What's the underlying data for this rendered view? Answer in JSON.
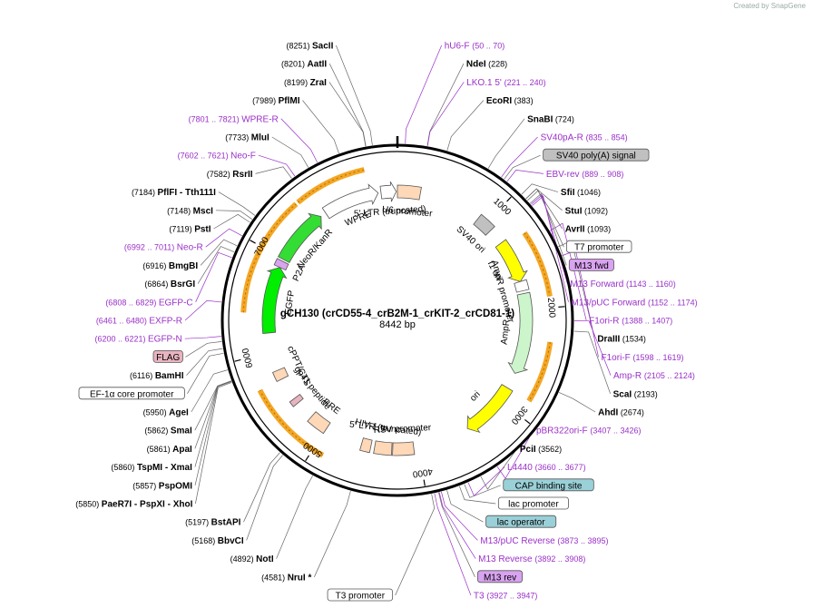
{
  "credit": "Created by SnapGene",
  "plasmid": {
    "name": "gCH130 (crCD55-4_crB2M-1_crKIT-2_crCD81-1)",
    "length_label": "8442 bp",
    "length": 8442
  },
  "tick_labels": [
    "1000",
    "2000",
    "3000",
    "4000",
    "5000",
    "6000",
    "7000"
  ],
  "colors": {
    "site": "#000000",
    "primer": "#9a30c8",
    "coords": "#000000",
    "backbone": "#000000",
    "orange_feature": "#f5a623",
    "amp_green": "#ccf5cc",
    "ori_yellow": "#ffff00",
    "promoter_peach": "#ffd8b8",
    "purple_box": "#d9a3f0",
    "teal_box": "#9ad0d8",
    "gray_box": "#c0c0c0",
    "pink_box": "#e8b4c0",
    "neo_green": "#33dd33",
    "bright_green": "#00ee00"
  },
  "labels": [
    {
      "name": "SacII",
      "coord": "(8251)",
      "kind": "site",
      "side": "R",
      "bp": 8251
    },
    {
      "name": "AatII",
      "coord": "(8201)",
      "kind": "site",
      "side": "R",
      "bp": 8201
    },
    {
      "name": "ZraI",
      "coord": "(8199)",
      "kind": "site",
      "side": "R",
      "bp": 8199
    },
    {
      "name": "PflMI",
      "coord": "(7989)",
      "kind": "site",
      "side": "R",
      "bp": 7989
    },
    {
      "name": "WPRE-R",
      "coord": "(7801 .. 7821)",
      "kind": "primer",
      "side": "R",
      "bp": 7811
    },
    {
      "name": "MluI",
      "coord": "(7733)",
      "kind": "site",
      "side": "R",
      "bp": 7733
    },
    {
      "name": "Neo-F",
      "coord": "(7602 .. 7621)",
      "kind": "primer",
      "side": "R",
      "bp": 7611
    },
    {
      "name": "RsrII",
      "coord": "(7582)",
      "kind": "site",
      "side": "R",
      "bp": 7582
    },
    {
      "name": "PflFI - Tth111I",
      "coord": "(7184)",
      "kind": "site",
      "side": "R",
      "bp": 7184
    },
    {
      "name": "MscI",
      "coord": "(7148)",
      "kind": "site",
      "side": "R",
      "bp": 7148
    },
    {
      "name": "PstI",
      "coord": "(7119)",
      "kind": "site",
      "side": "R",
      "bp": 7119
    },
    {
      "name": "Neo-R",
      "coord": "(6992 .. 7011)",
      "kind": "primer",
      "side": "R",
      "bp": 7001
    },
    {
      "name": "BmgBI",
      "coord": "(6916)",
      "kind": "site",
      "side": "R",
      "bp": 6916
    },
    {
      "name": "BsrGI",
      "coord": "(6864)",
      "kind": "site",
      "side": "R",
      "bp": 6864
    },
    {
      "name": "EGFP-C",
      "coord": "(6808 .. 6829)",
      "kind": "primer",
      "side": "R",
      "bp": 6818
    },
    {
      "name": "EXFP-R",
      "coord": "(6461 .. 6480)",
      "kind": "primer",
      "side": "R",
      "bp": 6470
    },
    {
      "name": "EGFP-N",
      "coord": "(6200 .. 6221)",
      "kind": "primer",
      "side": "R",
      "bp": 6210
    },
    {
      "name": "FLAG",
      "coord": "",
      "kind": "box",
      "box": "pink",
      "side": "R",
      "bp": 6170
    },
    {
      "name": "BamHI",
      "coord": "(6116)",
      "kind": "site",
      "side": "R",
      "bp": 6116
    },
    {
      "name": "EF-1α core promoter",
      "coord": "",
      "kind": "box",
      "box": "white",
      "side": "R",
      "bp": 6080
    },
    {
      "name": "AgeI",
      "coord": "(5950)",
      "kind": "site",
      "side": "R",
      "bp": 5950
    },
    {
      "name": "SmaI",
      "coord": "(5862)",
      "kind": "site",
      "side": "R",
      "bp": 5862
    },
    {
      "name": "ApaI",
      "coord": "(5861)",
      "kind": "site",
      "side": "R",
      "bp": 5861
    },
    {
      "name": "TspMI - XmaI",
      "coord": "(5860)",
      "kind": "site",
      "side": "R",
      "bp": 5860
    },
    {
      "name": "PspOMI",
      "coord": "(5857)",
      "kind": "site",
      "side": "R",
      "bp": 5857
    },
    {
      "name": "PaeR7I - PspXI - XhoI",
      "coord": "(5850)",
      "kind": "site",
      "side": "R",
      "bp": 5850
    },
    {
      "name": "BstAPI",
      "coord": "(5197)",
      "kind": "site",
      "side": "R",
      "bp": 5197
    },
    {
      "name": "BbvCI",
      "coord": "(5168)",
      "kind": "site",
      "side": "R",
      "bp": 5168
    },
    {
      "name": "NotI",
      "coord": "(4892)",
      "kind": "site",
      "side": "R",
      "bp": 4892
    },
    {
      "name": "NruI *",
      "coord": "(4581)",
      "kind": "site",
      "side": "R",
      "bp": 4581
    },
    {
      "name": "T3 promoter",
      "coord": "",
      "kind": "box",
      "box": "white",
      "side": "R",
      "bp": 3960
    },
    {
      "name": "hU6-F",
      "coord": "(50 .. 70)",
      "kind": "primer",
      "side": "L",
      "bp": 60
    },
    {
      "name": "LKO.1 5'",
      "coord": "(221 .. 240)",
      "kind": "primer",
      "side": "L",
      "bp": 230
    },
    {
      "name": "NdeI",
      "coord": "(228)",
      "kind": "site",
      "side": "L",
      "bp": 228
    },
    {
      "name": "EcoRI",
      "coord": "(383)",
      "kind": "site",
      "side": "L",
      "bp": 383
    },
    {
      "name": "SnaBI",
      "coord": "(724)",
      "kind": "site",
      "side": "L",
      "bp": 724
    },
    {
      "name": "SV40pA-R",
      "coord": "(835 .. 854)",
      "kind": "primer",
      "side": "L",
      "bp": 844
    },
    {
      "name": "SV40 poly(A) signal",
      "coord": "",
      "kind": "box",
      "box": "gray",
      "side": "L",
      "bp": 870
    },
    {
      "name": "EBV-rev",
      "coord": "(889 .. 908)",
      "kind": "primer",
      "side": "L",
      "bp": 898
    },
    {
      "name": "SfiI",
      "coord": "(1046)",
      "kind": "site",
      "side": "L",
      "bp": 1046
    },
    {
      "name": "StuI",
      "coord": "(1092)",
      "kind": "site",
      "side": "L",
      "bp": 1092
    },
    {
      "name": "AvrII",
      "coord": "(1093)",
      "kind": "site",
      "side": "L",
      "bp": 1093
    },
    {
      "name": "T7 promoter",
      "coord": "",
      "kind": "box",
      "box": "white",
      "side": "L",
      "bp": 1110
    },
    {
      "name": "M13 fwd",
      "coord": "",
      "kind": "box",
      "box": "purple",
      "side": "L",
      "bp": 1140
    },
    {
      "name": "M13 Forward",
      "coord": "(1143 .. 1160)",
      "kind": "primer",
      "side": "L",
      "bp": 1151
    },
    {
      "name": "M13/pUC Forward",
      "coord": "(1152 .. 1174)",
      "kind": "primer",
      "side": "L",
      "bp": 1163
    },
    {
      "name": "F1ori-R",
      "coord": "(1388 .. 1407)",
      "kind": "primer",
      "side": "L",
      "bp": 1397
    },
    {
      "name": "DraIII",
      "coord": "(1534)",
      "kind": "site",
      "side": "L",
      "bp": 1534
    },
    {
      "name": "F1ori-F",
      "coord": "(1598 .. 1619)",
      "kind": "primer",
      "side": "L",
      "bp": 1608
    },
    {
      "name": "Amp-R",
      "coord": "(2105 .. 2124)",
      "kind": "primer",
      "side": "L",
      "bp": 2114
    },
    {
      "name": "ScaI",
      "coord": "(2193)",
      "kind": "site",
      "side": "L",
      "bp": 2193
    },
    {
      "name": "AhdI",
      "coord": "(2674)",
      "kind": "site",
      "side": "L",
      "bp": 2674
    },
    {
      "name": "pBR322ori-F",
      "coord": "(3407 .. 3426)",
      "kind": "primer",
      "side": "L",
      "bp": 3416
    },
    {
      "name": "PciI",
      "coord": "(3562)",
      "kind": "site",
      "side": "L",
      "bp": 3562
    },
    {
      "name": "L4440",
      "coord": "(3660 .. 3677)",
      "kind": "primer",
      "side": "L",
      "bp": 3668
    },
    {
      "name": "CAP binding site",
      "coord": "",
      "kind": "box",
      "box": "teal",
      "side": "L",
      "bp": 3700
    },
    {
      "name": "lac promoter",
      "coord": "",
      "kind": "box",
      "box": "white",
      "side": "L",
      "bp": 3740
    },
    {
      "name": "M13/pUC Reverse",
      "coord": "(3873 .. 3895)",
      "kind": "primer",
      "side": "L",
      "bp": 3884
    },
    {
      "name": "lac operator",
      "coord": "",
      "kind": "box",
      "box": "teal",
      "side": "L",
      "bp": 3840
    },
    {
      "name": "M13 Reverse",
      "coord": "(3892 .. 3908)",
      "kind": "primer",
      "side": "L",
      "bp": 3900
    },
    {
      "name": "M13 rev",
      "coord": "",
      "kind": "box",
      "box": "purple",
      "side": "L",
      "bp": 3905
    },
    {
      "name": "T3",
      "coord": "(3927 .. 3947)",
      "kind": "primer",
      "side": "L",
      "bp": 3937
    }
  ],
  "features": [
    {
      "name": "U6 promoter",
      "type": "promoter_box",
      "bp_start": 0,
      "bp_end": 240
    },
    {
      "name": "SV40 ori",
      "type": "ori_box",
      "bp_start": 900,
      "bp_end": 1080
    },
    {
      "name": "f1 ori",
      "type": "arrow_yellow",
      "bp_start": 1250,
      "bp_end": 1700
    },
    {
      "name": "AmpR promoter",
      "type": "promoter_arrow",
      "bp_start": 1700,
      "bp_end": 1800
    },
    {
      "name": "AmpR",
      "type": "arrow_green",
      "bp_start": 1830,
      "bp_end": 2680
    },
    {
      "name": "ori",
      "type": "arrow_yellow",
      "bp_start": 2850,
      "bp_end": 3450
    },
    {
      "name": "RSV promoter",
      "type": "promoter_box",
      "bp_start": 4050,
      "bp_end": 4270
    },
    {
      "name": "5' LTR (truncated)",
      "type": "promoter_box",
      "bp_start": 4280,
      "bp_end": 4460
    },
    {
      "name": "HIV-1 Ψ",
      "type": "box_peach",
      "bp_start": 4500,
      "bp_end": 4600
    },
    {
      "name": "RRE",
      "type": "box_peach",
      "bp_start": 5000,
      "bp_end": 5200
    },
    {
      "name": "gp41 peptide",
      "type": "box_pink",
      "bp_start": 5400,
      "bp_end": 5460
    },
    {
      "name": "cPPT/CTS",
      "type": "box_peach",
      "bp_start": 5700,
      "bp_end": 5800
    },
    {
      "name": "EGFP",
      "type": "arrow_green",
      "bp_start": 6200,
      "bp_end": 6900
    },
    {
      "name": "P2A",
      "type": "box_purple",
      "bp_start": 6900,
      "bp_end": 6970
    },
    {
      "name": "NeoR/KanR",
      "type": "arrow_green",
      "bp_start": 6990,
      "bp_end": 7590
    },
    {
      "name": "WPRE",
      "type": "arrow_white",
      "bp_start": 7650,
      "bp_end": 8240
    },
    {
      "name": "5' LTR (truncated)",
      "type": "arrow_white",
      "bp_start": 8270,
      "bp_end": 8430
    }
  ],
  "orange_arcs": [
    {
      "bp_start": 7500,
      "bp_end": 8150
    },
    {
      "bp_start": 6400,
      "bp_end": 7480
    },
    {
      "bp_start": 4900,
      "bp_end": 5700
    },
    {
      "bp_start": 1300,
      "bp_end": 1900
    },
    {
      "bp_start": 2300,
      "bp_end": 2850
    }
  ]
}
